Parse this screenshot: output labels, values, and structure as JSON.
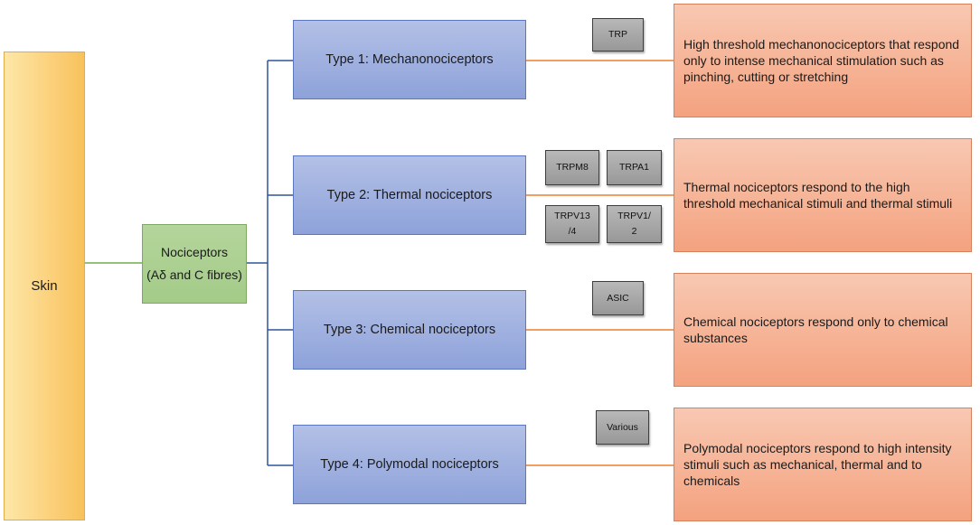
{
  "skin": {
    "label": "Skin"
  },
  "nociceptors": {
    "line1": "Nociceptors",
    "line2": "(Aδ and C fibres)"
  },
  "types": [
    {
      "label": "Type 1: Mechanonociceptors",
      "channels": [
        "TRP"
      ],
      "description": "High threshold mechanonociceptors that respond only to intense mechanical stimulation such as pinching, cutting or stretching"
    },
    {
      "label": "Type 2: Thermal nociceptors",
      "channels": [
        "TRPM8",
        "TRPA1",
        "TRPV13 /4",
        "TRPV1/ 2"
      ],
      "description": "Thermal nociceptors respond to the high threshold mechanical  stimuli and thermal stimuli"
    },
    {
      "label": "Type 3: Chemical nociceptors",
      "channels": [
        "ASIC"
      ],
      "description": "Chemical nociceptors respond only to chemical substances"
    },
    {
      "label": "Type 4: Polymodal nociceptors",
      "channels": [
        "Various"
      ],
      "description": "Polymodal nociceptors respond to high intensity stimuli such as mechanical, thermal and to chemicals"
    }
  ],
  "colors": {
    "skin": "#fcd27e",
    "nociceptors": "#a9cf8e",
    "type_box": "#9fb1df",
    "description_box": "#f5b093",
    "channel_box": "#a6a6a6",
    "skin_connector": "#70ad47",
    "tree_connector": "#2e5597",
    "description_connector": "#ed7d31"
  }
}
